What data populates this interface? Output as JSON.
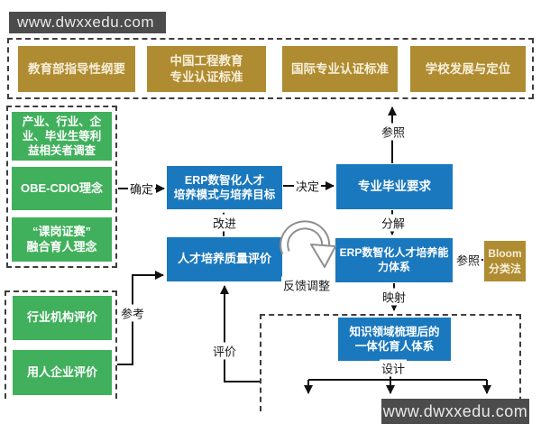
{
  "colors": {
    "gold_box": "#AF8B31",
    "green_box": "#41B05C",
    "blue_box": "#1A78BE",
    "watermark_bg": "#4C4C4C",
    "dashed_border": "#3D3D3D",
    "connector": "#111111"
  },
  "watermarks": {
    "top_left": "www.dwxxedu.com",
    "bottom_right": "www.dwxxedu.com"
  },
  "standards_group": {
    "items": [
      {
        "label": "教育部指导性纲要"
      },
      {
        "label": "中国工程教育\n专业认证标准"
      },
      {
        "label": "国际专业认证标准"
      },
      {
        "label": "学校发展与定位"
      }
    ]
  },
  "inputs_group": {
    "items": [
      {
        "label": "产业、行业、企\n业、毕业生等利\n益相关者调查"
      },
      {
        "label": "OBE-CDIO理念"
      },
      {
        "label": "“课岗证赛”\n融合育人理念"
      }
    ]
  },
  "external_eval_group": {
    "items": [
      {
        "label": "行业机构评价"
      },
      {
        "label": "用人企业评价"
      }
    ]
  },
  "nodes": {
    "mode_goal": {
      "label": "ERP数智化人才\n培养模式与培养目标"
    },
    "graduation_req": {
      "label": "专业毕业要求"
    },
    "quality_eval": {
      "label": "人才培养质量评价"
    },
    "ability_system": {
      "label": "ERP数智化人才培养能\n力体系"
    },
    "bloom": {
      "label": "Bloom\n分类法"
    },
    "knowledge_system": {
      "label": "知识领域梳理后的\n一体化育人体系"
    }
  },
  "edge_labels": {
    "determine": "确定",
    "decide": "决定",
    "refer_top": "参照",
    "decompose": "分解",
    "refer_bloom": "参照",
    "map": "映射",
    "improve": "改进",
    "evaluate": "评价",
    "consult": "参考",
    "feedback": "反馈调整",
    "design": "设计"
  },
  "edges": [
    {
      "from": "inputs_group",
      "to": "mode_goal",
      "label": "确定"
    },
    {
      "from": "mode_goal",
      "to": "graduation_req",
      "label": "决定"
    },
    {
      "from": "graduation_req",
      "to": "standards_group",
      "label": "参照"
    },
    {
      "from": "graduation_req",
      "to": "ability_system",
      "label": "分解"
    },
    {
      "from": "bloom",
      "to": "ability_system",
      "label": "参照"
    },
    {
      "from": "ability_system",
      "to": "knowledge_system",
      "label": "映射"
    },
    {
      "from": "quality_eval",
      "to": "mode_goal",
      "label": "改进"
    },
    {
      "from": "knowledge_system_group",
      "to": "quality_eval",
      "label": "评价"
    },
    {
      "from": "external_eval_group",
      "to": "quality_eval",
      "label": "参考"
    },
    {
      "from": "ability_system",
      "to": "quality_eval",
      "label": "反馈调整"
    },
    {
      "from": "knowledge_system",
      "to": "curriculum_branches",
      "label": "设计"
    }
  ]
}
